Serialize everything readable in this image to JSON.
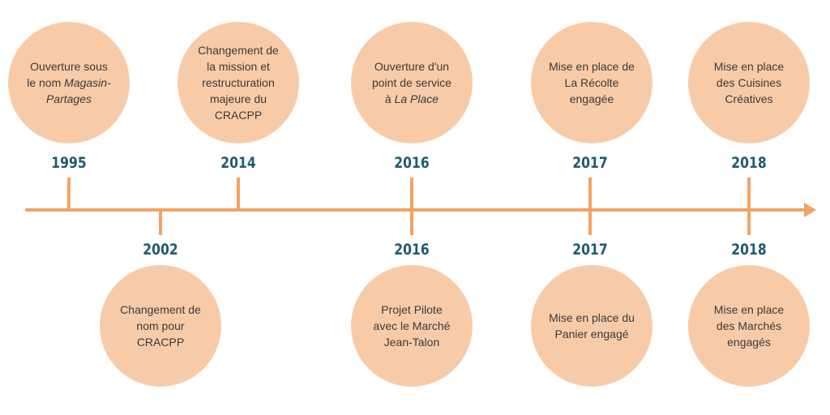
{
  "colors": {
    "line": "#f4a261",
    "circle": "#f8cba8",
    "year": "#1f5a6e",
    "text": "#3a3a3a"
  },
  "events": [
    {
      "year": "1995",
      "position": "top",
      "text_html": "Ouverture sous le nom <i>Magasin-Partages</i>"
    },
    {
      "year": "2002",
      "position": "bottom",
      "text_html": "Changement de nom pour CRACPP"
    },
    {
      "year": "2014",
      "position": "top",
      "text_html": "Changement de la mission et restructuration majeure du CRACPP"
    },
    {
      "year": "2016",
      "position": "top",
      "text_html": "Ouverture d'un point de service à <i>La Place</i>"
    },
    {
      "year": "2016",
      "position": "bottom",
      "text_html": "Projet Pilote avec le Marché Jean-Talon"
    },
    {
      "year": "2017",
      "position": "top",
      "text_html": "Mise en place de La Récolte engagée"
    },
    {
      "year": "2017",
      "position": "bottom",
      "text_html": "Mise en place du Panier engagé"
    },
    {
      "year": "2018",
      "position": "top",
      "text_html": "Mise en place des Cuisines Créatives"
    },
    {
      "year": "2018",
      "position": "bottom",
      "text_html": "Mise en place des Marchés engagés"
    }
  ]
}
